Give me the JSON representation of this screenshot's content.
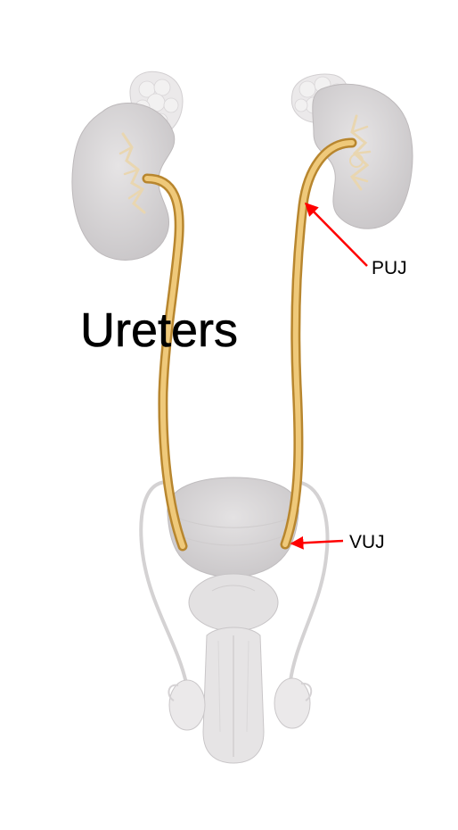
{
  "title": "Ureters",
  "labels": {
    "puj": "PUJ",
    "vuj": "VUJ"
  },
  "colors": {
    "background": "#ffffff",
    "organ": "#d8d6d7",
    "organ_shadow": "#c4c1c3",
    "adrenal": "#e8e6e7",
    "ureter": "#d9a84a",
    "ureter_highlight": "#f3d48a",
    "arrow": "#ff0000",
    "text": "#000000"
  },
  "icons": {
    "arrow": "red-arrow-icon"
  }
}
